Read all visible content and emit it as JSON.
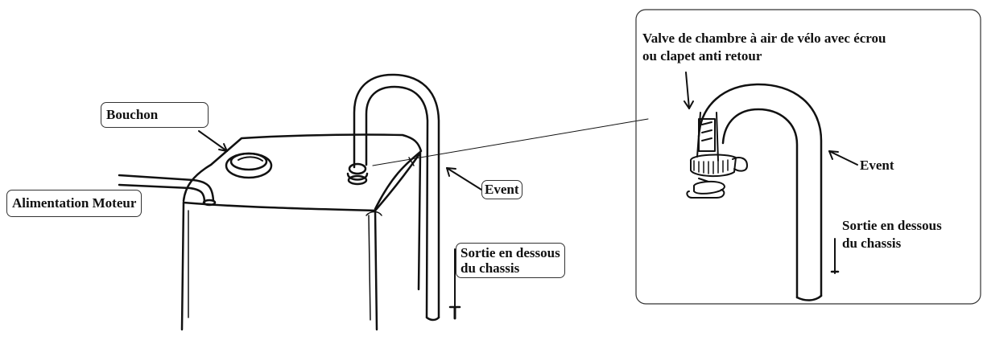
{
  "labels": {
    "bouchon": "Bouchon",
    "alimentation": "Alimentation Moteur",
    "event_main": "Event",
    "sortie_main_l1": "Sortie en dessous",
    "sortie_main_l2": "du chassis",
    "valve_l1": "Valve de chambre à air de vélo avec écrou",
    "valve_l2": "ou clapet anti retour",
    "event_detail": "Event",
    "sortie_detail_l1": "Sortie en dessous",
    "sortie_detail_l2": "du chassis"
  },
  "colors": {
    "line": "#111111",
    "background": "#ffffff",
    "box_border": "#333333"
  }
}
